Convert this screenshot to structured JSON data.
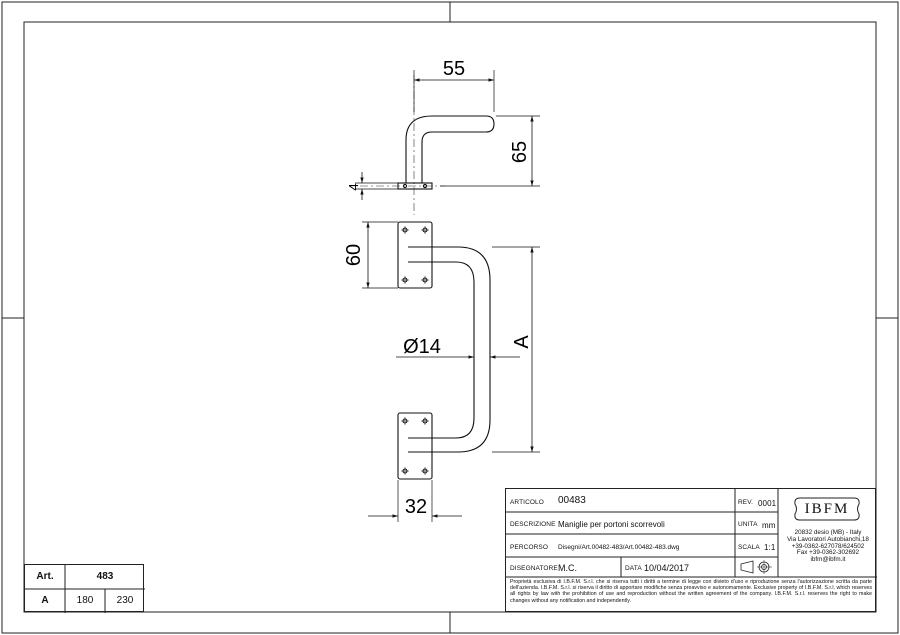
{
  "dimensions": {
    "width_top": "55",
    "height_top": "65",
    "thickness": "4",
    "plate_height": "60",
    "diameter": "Ø14",
    "length": "A",
    "plate_width": "32"
  },
  "title_block": {
    "articolo_label": "ARTICOLO",
    "articolo_value": "00483",
    "rev_label": "REV.",
    "rev_value": "0001",
    "descrizione_label": "DESCRIZIONE",
    "descrizione_value": "Maniglie per portoni scorrevoli",
    "unita_label": "UNITA",
    "unita_value": "mm",
    "percorso_label": "PERCORSO",
    "percorso_value": "Disegni/Art.00482-483/Art.00482-483.dwg",
    "scala_label": "SCALA",
    "scala_value": "1:1",
    "disegnatore_label": "DISEGNATORE",
    "disegnatore_value": "M.C.",
    "data_label": "DATA",
    "data_value": "10/04/2017",
    "logo_text": "IBFM",
    "address": [
      "20832 desio (MB) - Italy",
      "Via Lavoratori Autobianchi,18",
      "+39-0362-627078/624502",
      "Fax +39-0362-302692",
      "ibfm@ibfm.it"
    ],
    "legal_text": "Proprietà esclusiva di I.B.F.M. S.r.l. che si riserva tutti i diritti a termine di legge con divieto d'uso e riproduzione senza l'autorizzazione scritta da parte dell'azienda. I.B.F.M. S.r.l. si riserva il diritto di apportare modifiche senza preavviso e autonomamente. Exclusive property of I.B.F.M. S.r.l. which reserves all rights by law with the prohibition of use and reproduction without the written agreement of the company. I.B.F.M. S.r.l. reserves the right to make changes without any notification and independently."
  },
  "art_table": {
    "header_left": "Art.",
    "header_right": "483",
    "row_label": "A",
    "row_values": [
      "180",
      "230"
    ]
  }
}
